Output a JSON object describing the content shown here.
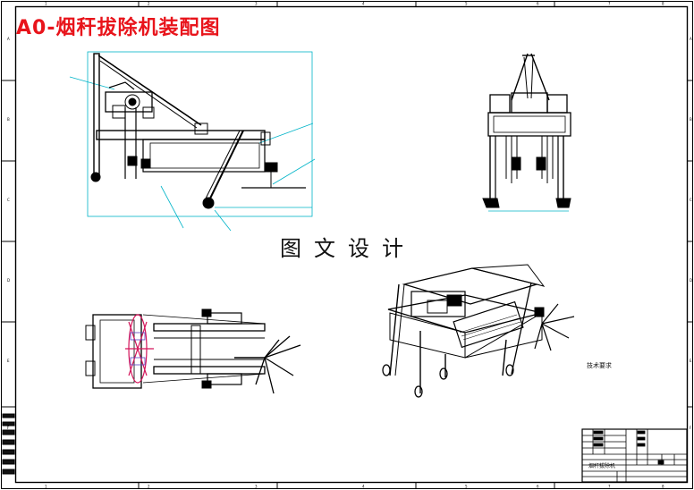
{
  "drawing": {
    "title": "A0-烟秆拔除机装配图",
    "watermark": "图文设计",
    "side_label": "技术要求",
    "title_block_name": "烟秆拔除机",
    "border_zone_numbers": [
      "1",
      "2",
      "3",
      "4",
      "5",
      "6",
      "7",
      "8"
    ],
    "border_zone_letters": [
      "A",
      "B",
      "C",
      "D",
      "E",
      "F"
    ]
  },
  "colors": {
    "title": "#e8141b",
    "line": "#000000",
    "dimension": "#00b4c8",
    "highlight": "#d4145a",
    "accent": "#5a3fc0"
  }
}
